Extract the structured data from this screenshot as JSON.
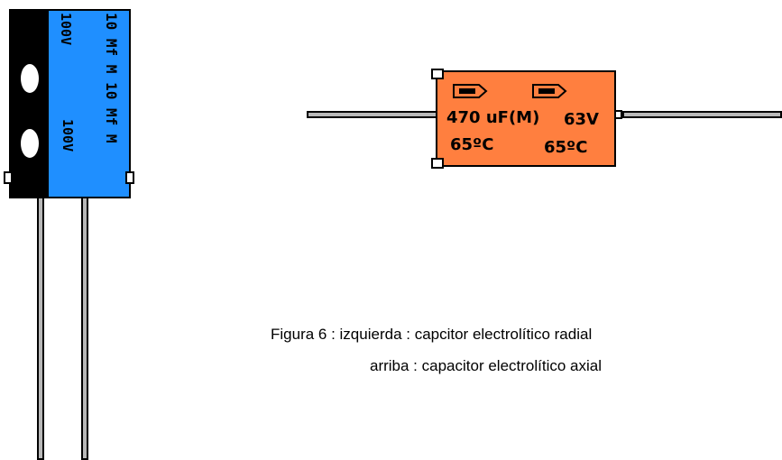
{
  "radial_capacitor": {
    "marking_upper": "10 Mf  M  10 Mf  M",
    "voltage_top": "100V",
    "voltage_mid": "100V"
  },
  "axial_capacitor": {
    "capacitance": "470 uF(M)",
    "voltage": "63V",
    "temp_left": "65ºC",
    "temp_right": "65ºC"
  },
  "caption": {
    "line1": "Figura 6 : izquierda : capcitor electrolítico radial",
    "line2": "arriba : capacitor electrolítico axial"
  },
  "colors": {
    "radial_body": "#1f8fff",
    "axial_body": "#ff7f3f",
    "lead": "#b8b8b8"
  }
}
